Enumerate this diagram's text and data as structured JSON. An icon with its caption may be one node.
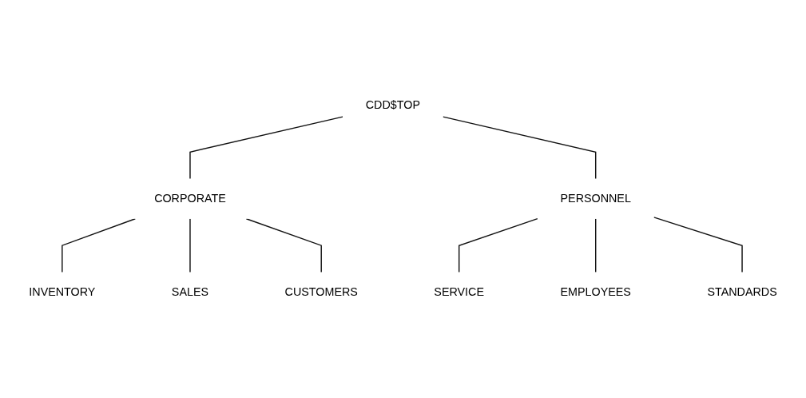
{
  "diagram": {
    "nodes": [
      {
        "text": [
          "CDD$TOP"
        ]
      },
      {
        "text": [
          "CORPORATE"
        ]
      },
      {
        "text": [
          "PERSONNEL"
        ]
      },
      {
        "text": [
          "SALES"
        ]
      },
      {
        "text": [
          "INVENTORY"
        ]
      },
      {
        "text": [
          "CUSTOMERS"
        ]
      },
      {
        "text": [
          "SERVICE"
        ]
      },
      {
        "text": [
          "EMPLOYEES"
        ]
      },
      {
        "text": [
          "STANDARDS"
        ]
      }
    ],
    "edges": [
      {
        "from": 0,
        "to": 1,
        "arrow": "none"
      },
      {
        "from": 0,
        "to": 2,
        "arrow": "none"
      },
      {
        "from": 1,
        "to": 4,
        "arrow": "none"
      },
      {
        "from": 1,
        "to": 3,
        "arrow": "none"
      },
      {
        "from": 1,
        "to": 5,
        "arrow": "none"
      },
      {
        "from": 2,
        "to": 6,
        "arrow": "none"
      },
      {
        "from": 2,
        "to": 7,
        "arrow": "none"
      },
      {
        "from": 2,
        "to": 8,
        "arrow": "none"
      }
    ]
  }
}
